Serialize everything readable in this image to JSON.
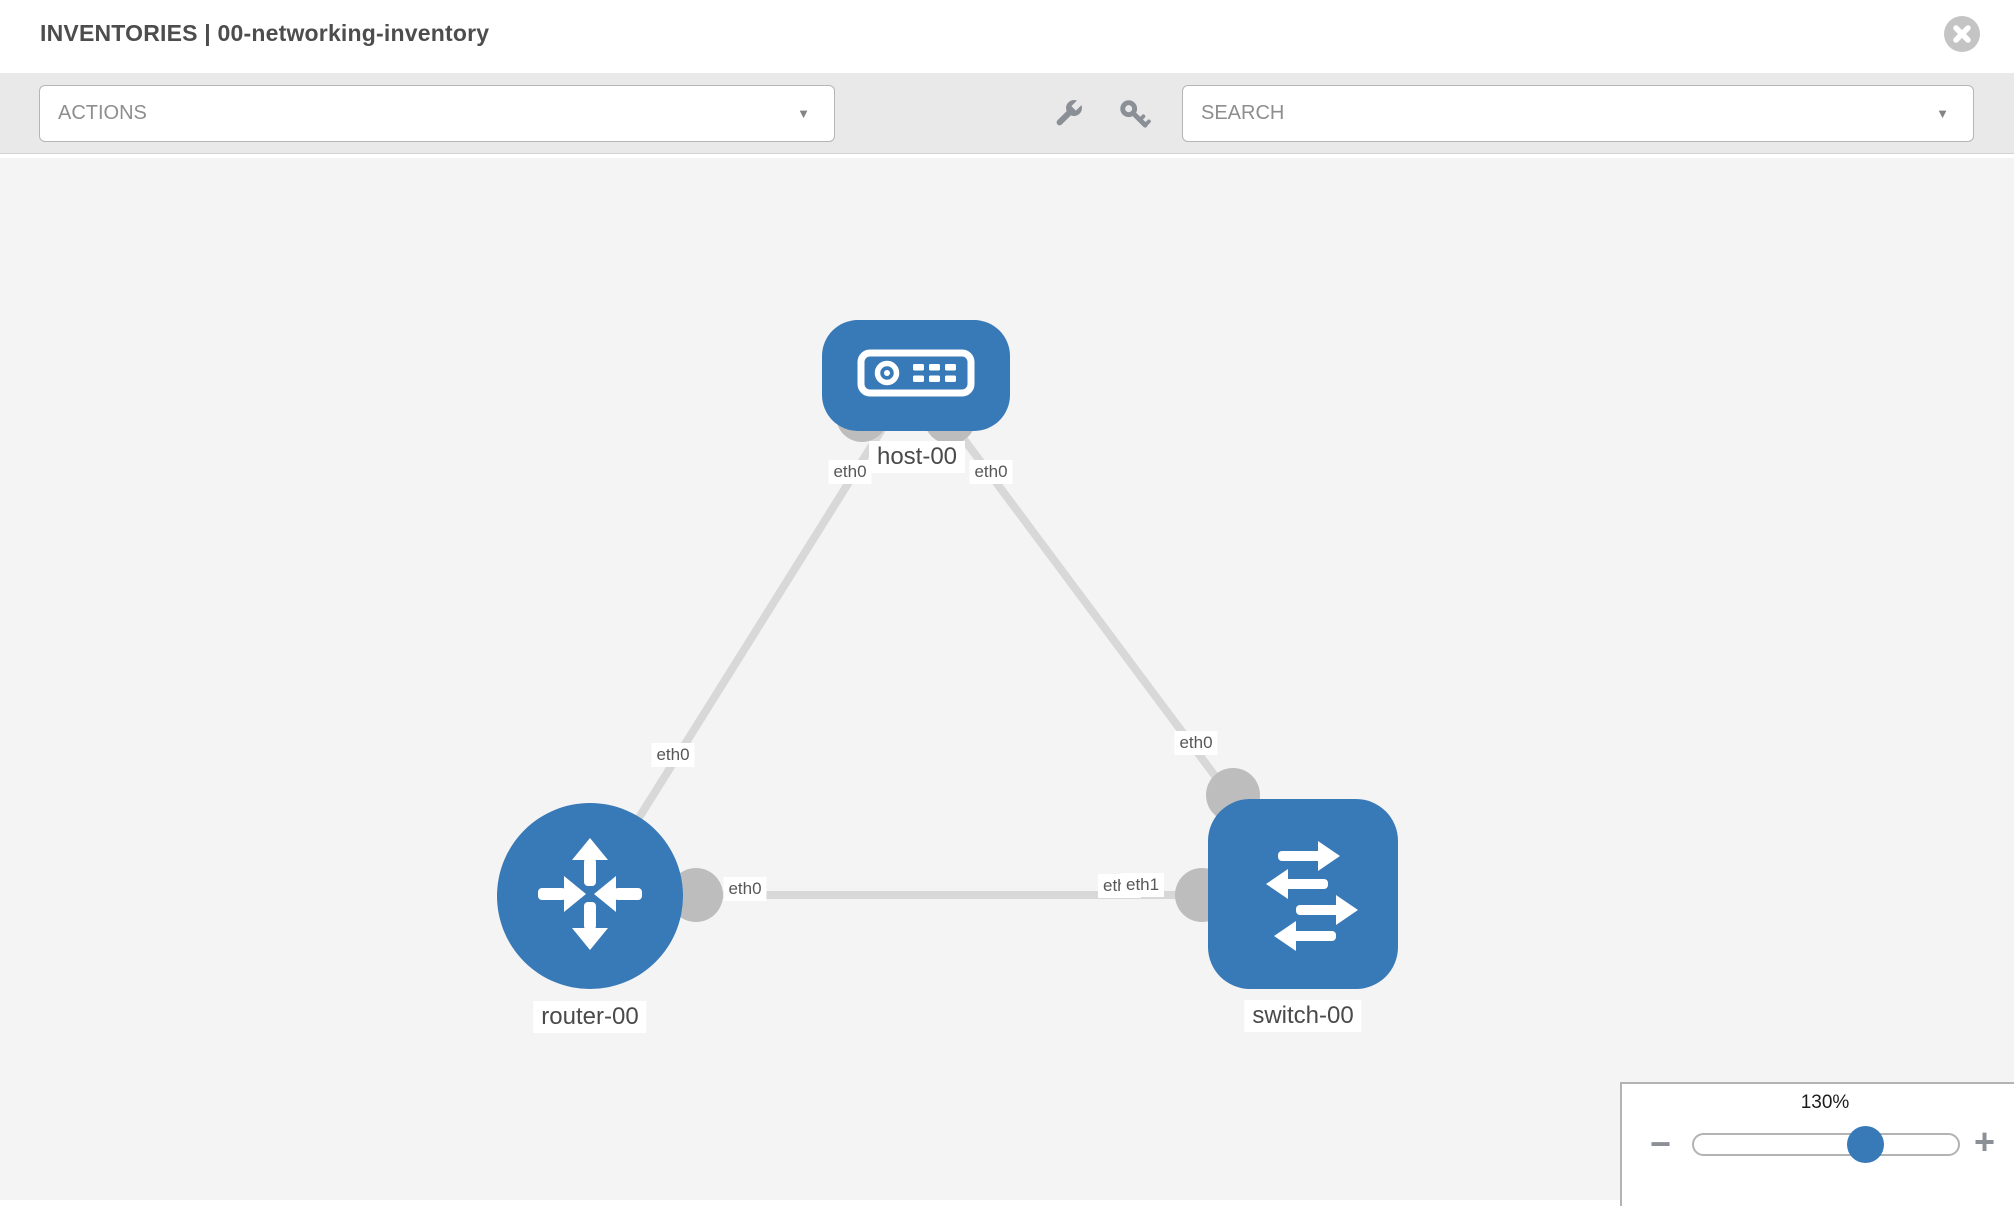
{
  "header": {
    "title": "INVENTORIES | 00-networking-inventory"
  },
  "toolbar": {
    "actions_label": "ACTIONS",
    "search_label": "SEARCH",
    "caret": "▼"
  },
  "canvas": {
    "nodes": [
      {
        "id": "host-00",
        "label": "host-00",
        "type": "host",
        "icon": "server-icon"
      },
      {
        "id": "router-00",
        "label": "router-00",
        "type": "router",
        "icon": "router-arrows-icon"
      },
      {
        "id": "switch-00",
        "label": "switch-00",
        "type": "switch",
        "icon": "switch-arrows-icon"
      }
    ],
    "links": [
      {
        "from": "host-00",
        "to": "router-00",
        "from_interface": "eth0",
        "to_interface": "eth0"
      },
      {
        "from": "host-00",
        "to": "switch-00",
        "from_interface": "eth0",
        "to_interface": "eth0"
      },
      {
        "from": "router-00",
        "to": "switch-00",
        "from_interface": "eth0",
        "to_interface": "eth1",
        "to_interface_under": "eth0"
      }
    ]
  },
  "zoom_control": {
    "level": "130%",
    "minus_label": "−",
    "plus_label": "+",
    "handle_percent": 64.5
  },
  "colors": {
    "node_blue": "#3879b7",
    "link_gray": "#d8d8d8",
    "connector_gray": "#bdbdbd",
    "toolbar_gray": "#e9e9e9",
    "canvas_gray": "#f4f4f4",
    "icon_gray": "#8b8f96",
    "close_gray": "#c4c4c4"
  }
}
